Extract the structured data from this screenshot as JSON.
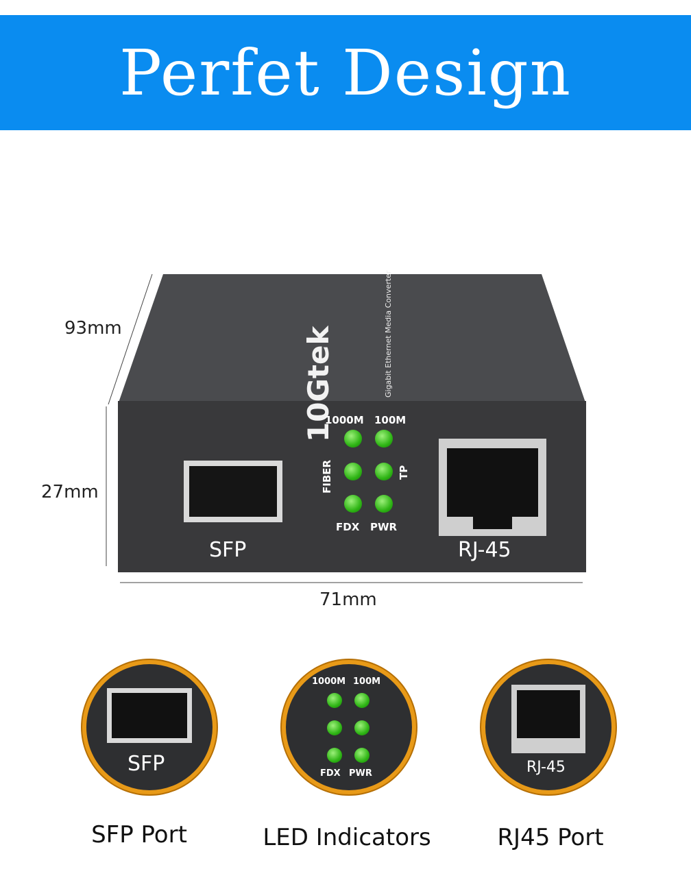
{
  "banner": {
    "title": "Perfet Design",
    "color": "#0a8cf0"
  },
  "device": {
    "brand": "10Gtek",
    "subtitle": "Gigabit Ethernet Media Converter",
    "led_labels": {
      "speed_1000": "1000M",
      "speed_100": "100M",
      "fiber": "FIBER",
      "tp": "TP",
      "fdx": "FDX",
      "pwr": "PWR"
    },
    "port_sfp": "SFP",
    "port_rj45": "RJ-45"
  },
  "dimensions": {
    "depth": "93mm",
    "height": "27mm",
    "width": "71mm"
  },
  "features": [
    {
      "label": "SFP Port",
      "inset": "SFP"
    },
    {
      "label": "LED Indicators"
    },
    {
      "label": "RJ45 Port",
      "inset": "RJ-45"
    }
  ],
  "colors": {
    "accent_ring": "#e89a18",
    "led": "#2fb515",
    "body": "#3a3b3d"
  }
}
